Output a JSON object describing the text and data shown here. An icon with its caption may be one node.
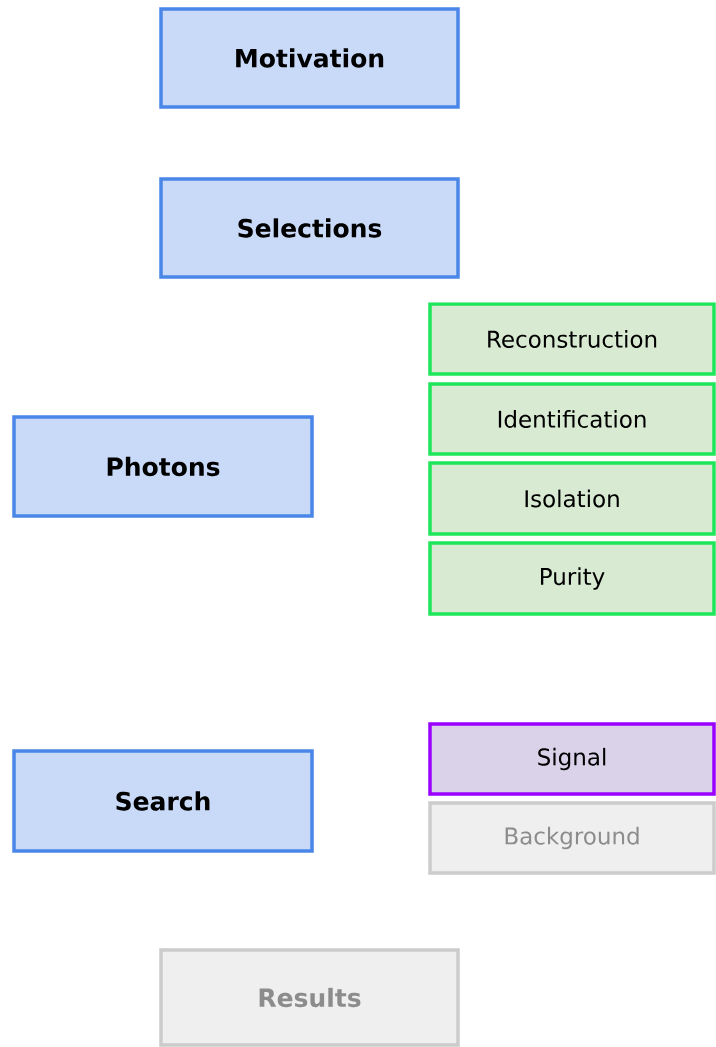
{
  "diagram": {
    "nodes": [
      {
        "text": [
          "Motivation"
        ]
      },
      {
        "text": [
          "Selections"
        ]
      },
      {
        "text": [
          "Photons"
        ]
      },
      {
        "text": [
          "Reconstruction"
        ]
      },
      {
        "text": [
          "Identification"
        ]
      },
      {
        "text": [
          "Isolation"
        ]
      },
      {
        "text": [
          "Purity"
        ]
      },
      {
        "text": [
          "Search"
        ]
      },
      {
        "text": [
          "Signal"
        ]
      },
      {
        "text": [
          "Background"
        ]
      },
      {
        "text": [
          "Results"
        ]
      }
    ]
  }
}
